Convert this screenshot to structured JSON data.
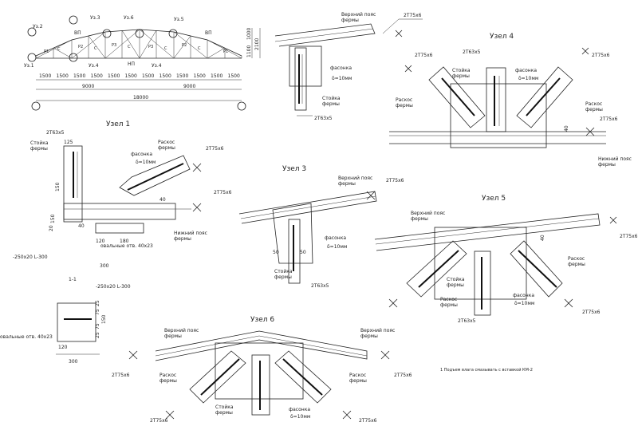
{
  "truss": {
    "labels": [
      "Уз.2",
      "Уз.3",
      "Уз.6",
      "Уз.5",
      "Уз.1",
      "Уз.4",
      "Уз.4",
      "ВП",
      "ВП",
      "НП"
    ],
    "height_dims": [
      "1100",
      "1000",
      "2100"
    ],
    "panel_dim": "1500",
    "half_dims": [
      "9000",
      "9000"
    ],
    "span": "18000",
    "members": [
      "Р1",
      "С",
      "Р2",
      "С",
      "Р3",
      "С",
      "Р3",
      "С",
      "Р2",
      "С",
      "Р1"
    ]
  },
  "node1": {
    "title": "Узел 1",
    "weld_top": "2Т63х5",
    "stoyka": "Стойка\nфермы",
    "raskos": "Раскос\nфермы",
    "fasonka": "фасонка",
    "delta": "δ=10мм",
    "weld_right": "2Т75х6",
    "weld_right2": "2Т75х6",
    "niz_poyas": "Нижний пояс\nфермы",
    "plate": "-250х20 L-300",
    "hole": "овальные отв. 40х23",
    "dims": [
      "125",
      "150",
      "40",
      "20",
      "150",
      "40",
      "120",
      "180",
      "300"
    ]
  },
  "section11": {
    "title": "1-1",
    "plate": "-250х20 L-300",
    "hole": "овальные отв. 40х23",
    "dims": [
      "120",
      "300",
      "25",
      "75",
      "150",
      "75",
      "25"
    ]
  },
  "node2": {
    "weld_top": "2Т75х6",
    "verh": "Верхний пояс\nфермы",
    "stoyka": "Стойка\nфермы",
    "fasonka": "фасонка",
    "delta": "δ=10мм",
    "weld_bot": "2Т63х5"
  },
  "node3": {
    "title": "Узел 3",
    "verh": "Верхний пояс\nфермы",
    "weld": "2Т75х6",
    "fasonka": "фасонка",
    "delta": "δ=10мм",
    "stoyka": "Стойка\nфермы",
    "weld_bot": "2Т63х5",
    "dims": [
      "50",
      "50"
    ]
  },
  "node4": {
    "title": "Узел 4",
    "weld_top": "2Т63х5",
    "weld_left": "2Т75х6",
    "weld_right": "2Т75х6",
    "stoyka": "Стойка\nфермы",
    "fasonka": "фасонка",
    "delta": "δ=10мм",
    "raskos_l": "Раскос\nфермы",
    "raskos_r": "Раскос\nфермы",
    "weld_br": "2Т75х6",
    "niz_poyas": "Нижний пояс\nфермы",
    "dim": "40"
  },
  "node5": {
    "title": "Узел 5",
    "verh": "Верхний пояс\nфермы",
    "weld_r": "2Т75х6",
    "raskos_l": "Раскос\nфермы",
    "raskos_r": "Раскос\nфермы",
    "stoyka": "Стойка\nфермы",
    "fasonka": "фасонка",
    "delta": "δ=10мм",
    "weld_bl": "2Т63х5",
    "weld_br": "2Т75х6",
    "dim": "40"
  },
  "node6": {
    "title": "Узел 6",
    "verh_l": "Верхний пояс\nфермы",
    "verh_r": "Верхний пояс\nфермы",
    "weld_l": "2Т75х6",
    "weld_r": "2Т75х6",
    "raskos_l": "Раскос\nфермы",
    "raskos_r": "Раскос\nфермы",
    "stoyka": "Стойка\nфермы",
    "fasonka": "фасонка",
    "delta": "δ=10мм",
    "weld_bl": "2Т75х6",
    "weld_br": "2Т75х6"
  },
  "note": "1 Подъем влага смазывать с вставкой КМ-2"
}
